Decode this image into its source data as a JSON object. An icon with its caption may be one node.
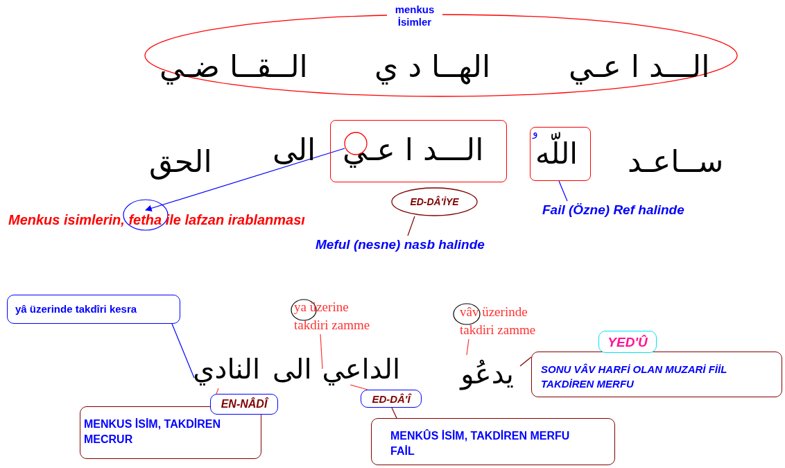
{
  "diagram": {
    "nodes": [
      {
        "text": [
          "menkus İsimler",
          "الـــد ا عـي",
          "الهــا د ي",
          "الــقــا ضـي"
        ]
      },
      {
        "text": [
          "الـــد ا عـي"
        ]
      },
      {
        "text": [
          "اللّه",
          "و"
        ]
      },
      {
        "text": [],
        "shape": "circle",
        "in": 1
      },
      {
        "text": [
          "Menkus isimlerin, fetha ile lafzan irablanması"
        ]
      },
      {
        "text": [
          "ED-DÂ'İYE"
        ]
      },
      {
        "text": [
          "Meful (nesne) nasb halinde"
        ]
      },
      {
        "text": [
          "Fail (Özne) Ref halinde"
        ]
      },
      {
        "text": [
          "yâ  üzerinde takdîri kesra"
        ]
      },
      {
        "text": [
          "النادي"
        ]
      },
      {
        "text": [
          "الداعي"
        ]
      },
      {
        "text": [
          "يدعُو"
        ]
      },
      {
        "text": [
          "ya üzerine takdiri zamme"
        ]
      },
      {
        "text": [
          "vâv üzerinde takdiri zamme"
        ]
      },
      {
        "text": [
          "EN-NÂDÎ"
        ]
      },
      {
        "text": [
          "MENKUS İSİM, TAKDİREN MECRUR"
        ]
      },
      {
        "text": [
          "ED-DÂ'Î"
        ]
      },
      {
        "text": [
          "MENKÛS İSİM, TAKDİREN MERFU FAİL"
        ]
      },
      {
        "text": [
          "YED'Û"
        ]
      },
      {
        "text": [
          "SONU VÂV HARFİ OLAN MUZARİ FİİL TAKDİREN MERFU"
        ]
      }
    ],
    "edges": [
      {
        "from": 3,
        "to": 4,
        "arrow": "to",
        "color": "#0000ff"
      },
      {
        "from": 5,
        "to": 6,
        "arrow": "none",
        "color": "#800000"
      },
      {
        "from": 2,
        "to": 7,
        "arrow": "none",
        "color": "#0000ff"
      },
      {
        "from": 8,
        "to": 9,
        "arrow": "none",
        "color": "#0000ff"
      },
      {
        "from": 12,
        "to": 10,
        "arrow": "none"
      },
      {
        "from": 13,
        "to": 11,
        "arrow": "none"
      },
      {
        "from": 14,
        "to": 9,
        "arrow": "none"
      },
      {
        "from": 16,
        "to": 10,
        "arrow": "none"
      },
      {
        "from": 17,
        "to": 16,
        "arrow": "none",
        "color": "#800000"
      },
      {
        "from": 19,
        "to": 11,
        "arrow": "none",
        "color": "#800000"
      }
    ],
    "labels": [
      "ســاعـد",
      "الى",
      "الحق",
      "الى"
    ]
  }
}
